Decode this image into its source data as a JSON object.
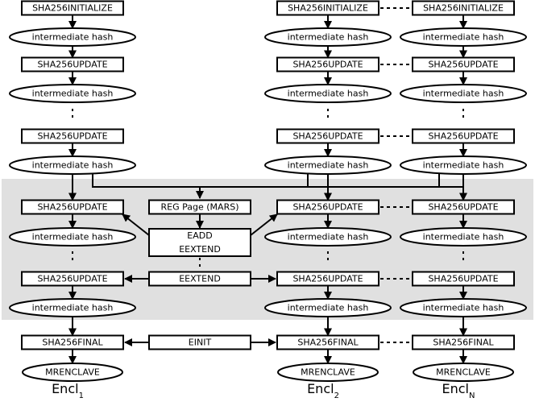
{
  "labels": {
    "init": "SHA256INITIALIZE",
    "hash": "intermediate hash",
    "update": "SHA256UPDATE",
    "final": "SHA256FINAL",
    "mrenclave": "MRENCLAVE",
    "reg_page": "REG Page (MARS)",
    "eadd": "EADD",
    "eextend": "EEXTEND",
    "einit": "EINIT"
  },
  "enclaves": [
    {
      "name": "Encl",
      "sub": "1"
    },
    {
      "name": "Encl",
      "sub": "2"
    },
    {
      "name": "Encl",
      "sub": "N"
    }
  ],
  "colors": {
    "shaded_region": "#e0e0e0",
    "stroke": "#000000"
  }
}
